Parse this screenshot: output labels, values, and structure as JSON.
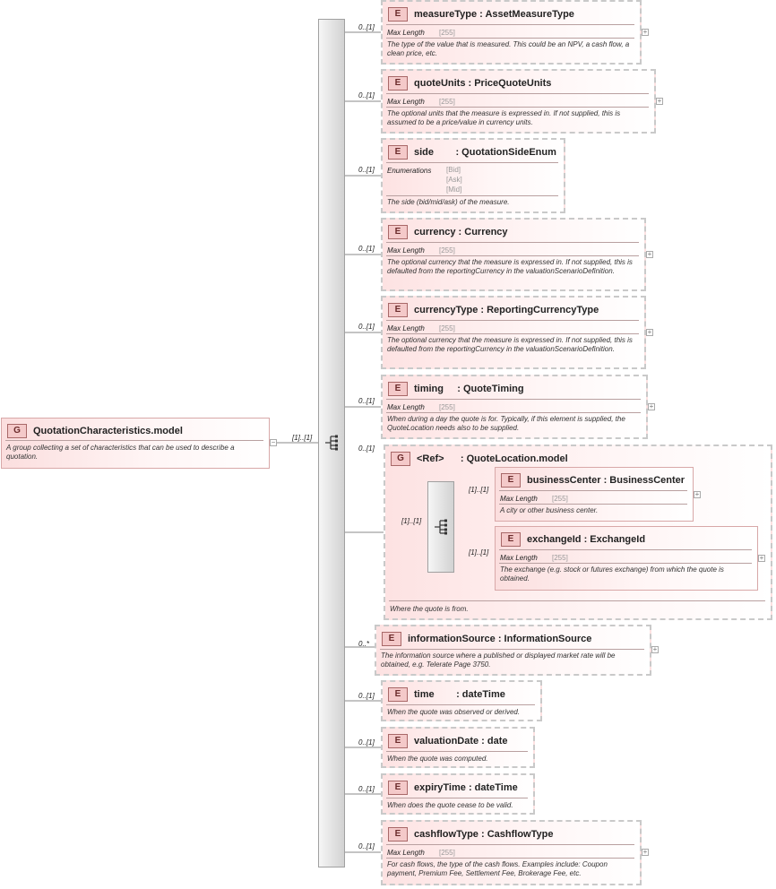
{
  "root": {
    "badge": "G",
    "title": "QuotationCharacteristics.model",
    "description": "A group collecting a set of characteristics that can be used to describe a quotation.",
    "cardinality": "[1]..[1]"
  },
  "elements": [
    {
      "badge": "E",
      "title": "measureType : AssetMeasureType",
      "cardinality": "0..[1]",
      "prop_label": "Max Length",
      "prop_value": "[255]",
      "description": "The type of the value that is measured. This could be an NPV, a cash flow, a clean price, etc."
    },
    {
      "badge": "E",
      "title": "quoteUnits : PriceQuoteUnits",
      "cardinality": "0..[1]",
      "prop_label": "Max Length",
      "prop_value": "[255]",
      "description": "The optional units that the measure is expressed in. If not supplied, this is assumed to be a price/value in currency units."
    },
    {
      "badge": "E",
      "title": "side        : QuotationSideEnum",
      "cardinality": "0..[1]",
      "prop_label": "Enumerations",
      "enum_values": [
        "[Bid]",
        "[Ask]",
        "[Mid]"
      ],
      "description": "The side (bid/mid/ask) of the measure."
    },
    {
      "badge": "E",
      "title": "currency : Currency",
      "cardinality": "0..[1]",
      "prop_label": "Max Length",
      "prop_value": "[255]",
      "description": "The optional currency that the measure is expressed in. If not supplied, this is defaulted from the reportingCurrency in the valuationScenarioDefinition."
    },
    {
      "badge": "E",
      "title": "currencyType : ReportingCurrencyType",
      "cardinality": "0..[1]",
      "prop_label": "Max Length",
      "prop_value": "[255]",
      "description": "The optional currency that the measure is expressed in. If not supplied, this is defaulted from the reportingCurrency in the valuationScenarioDefinition."
    },
    {
      "badge": "E",
      "title": "timing     : QuoteTiming",
      "cardinality": "0..[1]",
      "prop_label": "Max Length",
      "prop_value": "[255]",
      "description": "When during a day the quote is for. Typically, if this element is supplied, the QuoteLocation needs also to be supplied."
    }
  ],
  "quote_location": {
    "badge": "G",
    "title": "<Ref>      : QuoteLocation.model",
    "cardinality": "0..[1]",
    "inner_cardinality": "[1]..[1]",
    "description": "Where the quote is from.",
    "children": [
      {
        "badge": "E",
        "title": "businessCenter : BusinessCenter",
        "cardinality": "[1]..[1]",
        "prop_label": "Max Length",
        "prop_value": "[255]",
        "description": "A city or other business center."
      },
      {
        "badge": "E",
        "title": "exchangeId : ExchangeId",
        "cardinality": "[1]..[1]",
        "prop_label": "Max Length",
        "prop_value": "[255]",
        "description": "The exchange (e.g. stock or futures exchange) from which the quote is obtained."
      }
    ]
  },
  "information_source": {
    "badge": "E",
    "title": "informationSource : InformationSource",
    "cardinality": "0..*",
    "description": "The information source where a published or displayed market rate will be obtained, e.g. Telerate Page 3750."
  },
  "simple_elements": [
    {
      "badge": "E",
      "title": "time        : dateTime",
      "cardinality": "0..[1]",
      "description": "When the quote was observed or derived."
    },
    {
      "badge": "E",
      "title": "valuationDate : date",
      "cardinality": "0..[1]",
      "description": "When the quote was computed."
    },
    {
      "badge": "E",
      "title": "expiryTime : dateTime",
      "cardinality": "0..[1]",
      "description": "When does the quote cease to be valid."
    }
  ],
  "cashflow_type": {
    "badge": "E",
    "title": "cashflowType : CashflowType",
    "cardinality": "0..[1]",
    "prop_label": "Max Length",
    "prop_value": "[255]",
    "description": "For cash flows, the type of the cash flows. Examples include: Coupon payment, Premium Fee, Settlement Fee, Brokerage Fee, etc."
  },
  "icons": {
    "expand": "plus-icon",
    "sequence": "sequence-icon"
  }
}
